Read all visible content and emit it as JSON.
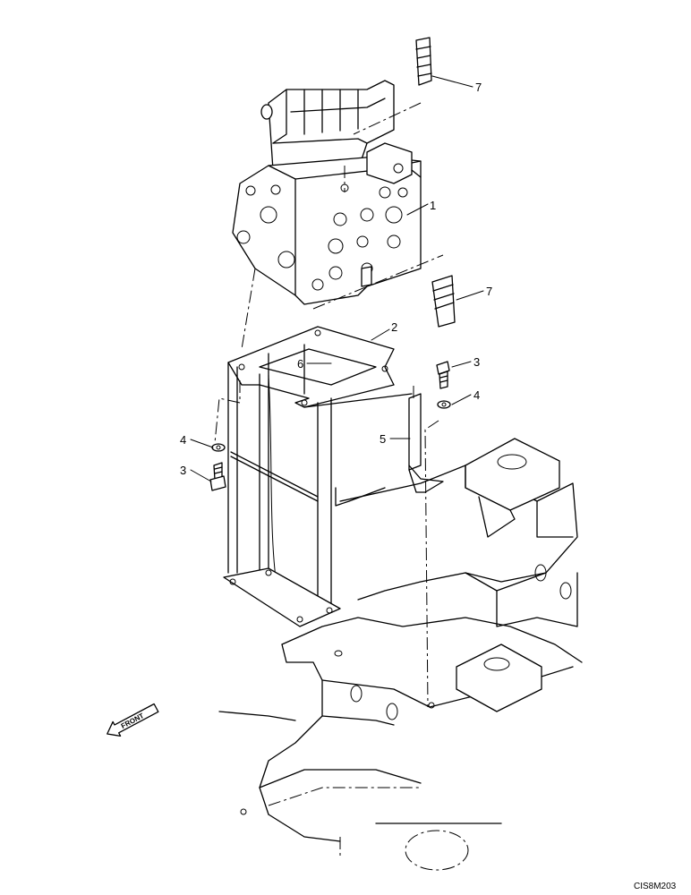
{
  "callouts": {
    "c1": "1",
    "c2": "2",
    "c3a": "3",
    "c3b": "3",
    "c4a": "4",
    "c4b": "4",
    "c5": "5",
    "c6": "6",
    "c7a": "7",
    "c7b": "7"
  },
  "front_arrow_label": "FRONT",
  "drawing_code": "CIS8M203"
}
